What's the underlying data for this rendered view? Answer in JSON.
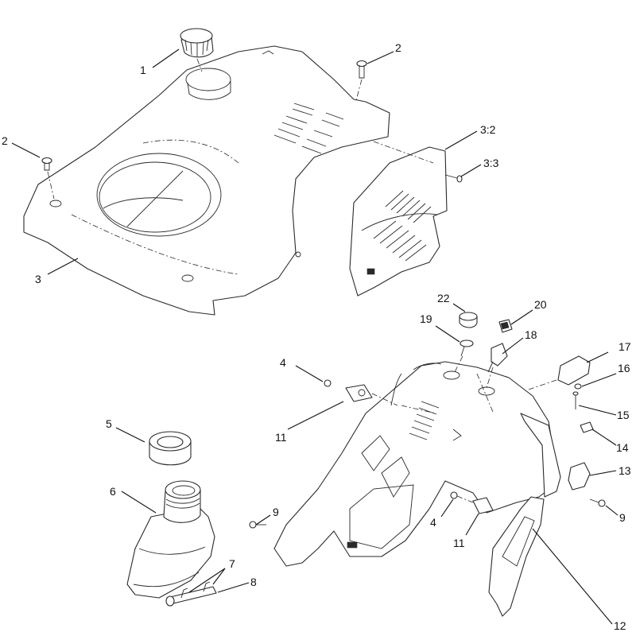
{
  "callouts": [
    {
      "id": "c1",
      "label": "1"
    },
    {
      "id": "c2a",
      "label": "2"
    },
    {
      "id": "c2b",
      "label": "2"
    },
    {
      "id": "c3",
      "label": "3"
    },
    {
      "id": "c3_2",
      "label": "3:2"
    },
    {
      "id": "c3_3",
      "label": "3:3"
    },
    {
      "id": "c4a",
      "label": "4"
    },
    {
      "id": "c4b",
      "label": "4"
    },
    {
      "id": "c5",
      "label": "5"
    },
    {
      "id": "c6",
      "label": "6"
    },
    {
      "id": "c7",
      "label": "7"
    },
    {
      "id": "c8",
      "label": "8"
    },
    {
      "id": "c9a",
      "label": "9"
    },
    {
      "id": "c9b",
      "label": "9"
    },
    {
      "id": "c11a",
      "label": "11"
    },
    {
      "id": "c11b",
      "label": "11"
    },
    {
      "id": "c12",
      "label": "12"
    },
    {
      "id": "c13",
      "label": "13"
    },
    {
      "id": "c14",
      "label": "14"
    },
    {
      "id": "c15",
      "label": "15"
    },
    {
      "id": "c16",
      "label": "16"
    },
    {
      "id": "c17",
      "label": "17"
    },
    {
      "id": "c18",
      "label": "18"
    },
    {
      "id": "c19",
      "label": "19"
    },
    {
      "id": "c20",
      "label": "20"
    },
    {
      "id": "c22",
      "label": "22"
    }
  ]
}
